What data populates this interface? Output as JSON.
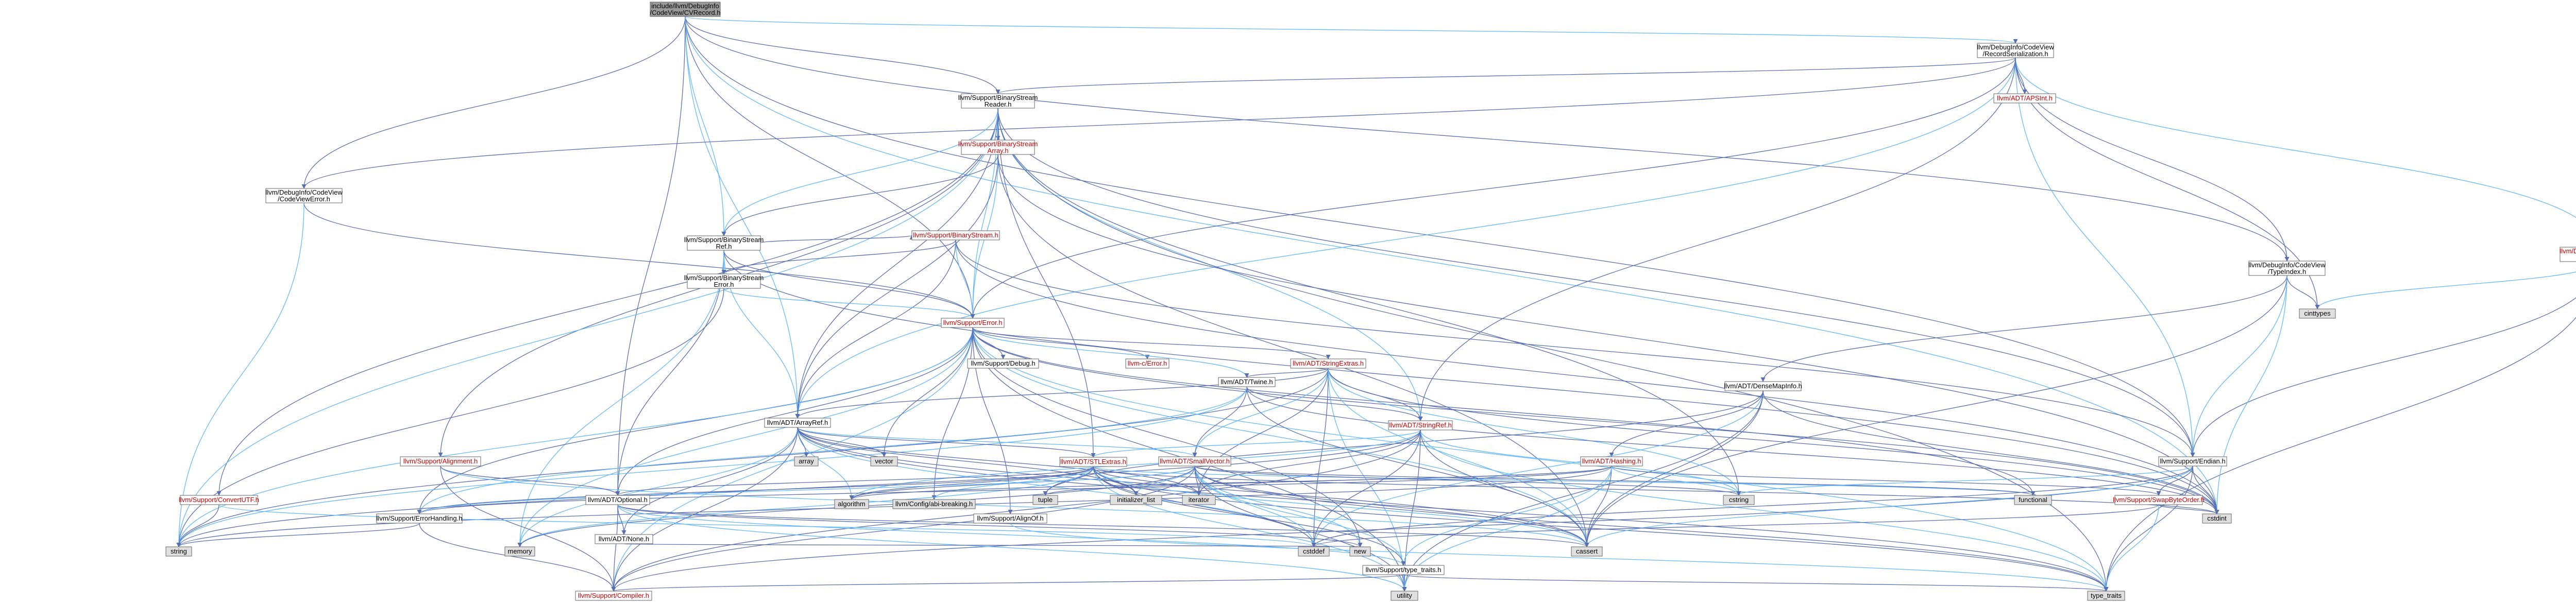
{
  "nodes": {
    "root": {
      "line1": "include/llvm/DebugInfo",
      "line2": "/CodeView/CVRecord.h",
      "kind": "root"
    },
    "recordSer": {
      "line1": "llvm/DebugInfo/CodeView",
      "line2": "/RecordSerialization.h",
      "kind": "normal"
    },
    "bsReader": {
      "line1": "llvm/Support/BinaryStream",
      "line2": "Reader.h",
      "kind": "normal"
    },
    "apsint": {
      "line1": "llvm/ADT/APSInt.h",
      "line2": "",
      "kind": "red"
    },
    "cvError": {
      "line1": "llvm/DebugInfo/CodeView",
      "line2": "/CodeViewError.h",
      "kind": "normal"
    },
    "bsArray": {
      "line1": "llvm/Support/BinaryStream",
      "line2": "Array.h",
      "kind": "red"
    },
    "codeView": {
      "line1": "llvm/DebugInfo/CodeView",
      "line2": "/CodeView.h",
      "kind": "red"
    },
    "bsRef": {
      "line1": "llvm/Support/BinaryStream",
      "line2": "Ref.h",
      "kind": "normal"
    },
    "bStream": {
      "line1": "llvm/Support/BinaryStream.h",
      "line2": "",
      "kind": "red"
    },
    "bsError": {
      "line1": "llvm/Support/BinaryStream",
      "line2": "Error.h",
      "kind": "normal"
    },
    "typeIndex": {
      "line1": "llvm/DebugInfo/CodeView",
      "line2": "/TypeIndex.h",
      "kind": "normal"
    },
    "error": {
      "line1": "llvm/Support/Error.h",
      "line2": "",
      "kind": "red"
    },
    "cinttypes": {
      "line1": "cinttypes",
      "line2": "",
      "kind": "gray"
    },
    "debug": {
      "line1": "llvm/Support/Debug.h",
      "line2": "",
      "kind": "normal"
    },
    "strExtras": {
      "line1": "llvm/ADT/StringExtras.h",
      "line2": "",
      "kind": "red"
    },
    "cError": {
      "line1": "llvm-c/Error.h",
      "line2": "",
      "kind": "red"
    },
    "twine": {
      "line1": "llvm/ADT/Twine.h",
      "line2": "",
      "kind": "normal"
    },
    "denseMapInfo": {
      "line1": "llvm/ADT/DenseMapInfo.h",
      "line2": "",
      "kind": "normal"
    },
    "arrayRef": {
      "line1": "llvm/ADT/ArrayRef.h",
      "line2": "",
      "kind": "normal"
    },
    "stringRef": {
      "line1": "llvm/ADT/StringRef.h",
      "line2": "",
      "kind": "red"
    },
    "alignment": {
      "line1": "llvm/Support/Alignment.h",
      "line2": "",
      "kind": "red"
    },
    "stlExtras": {
      "line1": "llvm/ADT/STLExtras.h",
      "line2": "",
      "kind": "red"
    },
    "smallVector": {
      "line1": "llvm/ADT/SmallVector.h",
      "line2": "",
      "kind": "red"
    },
    "hashing": {
      "line1": "llvm/ADT/Hashing.h",
      "line2": "",
      "kind": "red"
    },
    "endian": {
      "line1": "llvm/Support/Endian.h",
      "line2": "",
      "kind": "normal"
    },
    "convertUTF": {
      "line1": "llvm/Support/ConvertUTF.h",
      "line2": "",
      "kind": "red"
    },
    "optional": {
      "line1": "llvm/ADT/Optional.h",
      "line2": "",
      "kind": "normal"
    },
    "errorHandling": {
      "line1": "llvm/Support/ErrorHandling.h",
      "line2": "",
      "kind": "normal"
    },
    "array": {
      "line1": "array",
      "line2": "",
      "kind": "gray"
    },
    "vector": {
      "line1": "vector",
      "line2": "",
      "kind": "gray"
    },
    "algorithm": {
      "line1": "algorithm",
      "line2": "",
      "kind": "gray"
    },
    "configBreaking": {
      "line1": "llvm/Config/abi-breaking.h",
      "line2": "",
      "kind": "gray"
    },
    "initList": {
      "line1": "initializer_list",
      "line2": "",
      "kind": "gray"
    },
    "iterator": {
      "line1": "iterator",
      "line2": "",
      "kind": "gray"
    },
    "tuple": {
      "line1": "tuple",
      "line2": "",
      "kind": "gray"
    },
    "alignOf": {
      "line1": "llvm/Support/AlignOf.h",
      "line2": "",
      "kind": "normal"
    },
    "cstring": {
      "line1": "cstring",
      "line2": "",
      "kind": "gray"
    },
    "functional": {
      "line1": "functional",
      "line2": "",
      "kind": "gray"
    },
    "swapByteOrder": {
      "line1": "llvm/Support/SwapByteOrder.h",
      "line2": "",
      "kind": "red"
    },
    "string": {
      "line1": "string",
      "line2": "",
      "kind": "gray"
    },
    "memory": {
      "line1": "memory",
      "line2": "",
      "kind": "gray"
    },
    "none": {
      "line1": "llvm/ADT/None.h",
      "line2": "",
      "kind": "normal"
    },
    "new": {
      "line1": "new",
      "line2": "",
      "kind": "gray"
    },
    "cstddef": {
      "line1": "cstddef",
      "line2": "",
      "kind": "gray"
    },
    "typeTraitsL": {
      "line1": "llvm/Support/type_traits.h",
      "line2": "",
      "kind": "normal"
    },
    "cassert": {
      "line1": "cassert",
      "line2": "",
      "kind": "gray"
    },
    "cstdint": {
      "line1": "cstdint",
      "line2": "",
      "kind": "gray"
    },
    "compiler": {
      "line1": "llvm/Support/Compiler.h",
      "line2": "",
      "kind": "red"
    },
    "utility": {
      "line1": "utility",
      "line2": "",
      "kind": "gray"
    },
    "typeTraits": {
      "line1": "type_traits",
      "line2": "",
      "kind": "gray"
    }
  },
  "colors": {
    "root_fill": "#999999",
    "normal_fill": "#ffffff",
    "normal_stroke": "#666666",
    "red_stroke": "#ff0000",
    "gray_fill": "#e0e0e0",
    "gray_stroke": "#999999",
    "edge": "#5a6fb0",
    "edge_highlight": "#63b8ff"
  }
}
